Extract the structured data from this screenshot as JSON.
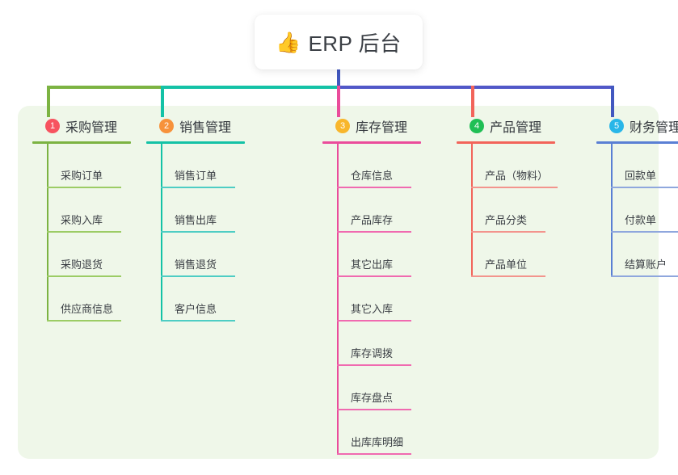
{
  "root": {
    "icon": "thumbs-up-icon",
    "icon_glyph": "👍",
    "title": "ERP 后台"
  },
  "colors": {
    "page_bg": "#ffffff",
    "panel_bg": "#eff7e9",
    "text": "#33373d",
    "trunk": "#4258c0",
    "col1": "#7cb342",
    "col2": "#14c2a6",
    "col3": "#ea4c9b",
    "col4": "#f2645a",
    "col5": "#5a7fd4",
    "badge1": "#f7535f",
    "badge2": "#f7923b",
    "badge3": "#f8b62c",
    "badge4": "#20bf55",
    "badge5": "#29b6e8",
    "rule1": "#7cb342",
    "rule2": "#14c2a6",
    "rule3": "#ea4c9b",
    "rule4": "#f2645a",
    "rule5": "#5a7fd4",
    "item_rule1": "#9ccc65",
    "item_rule2": "#4ecdc4",
    "item_rule3": "#f06ab0",
    "item_rule4": "#f3948d",
    "item_rule5": "#8fa7dd"
  },
  "columns": [
    {
      "number": "1",
      "title": "采购管理",
      "items": [
        {
          "label": "采购订单"
        },
        {
          "label": "采购入库"
        },
        {
          "label": "采购退货"
        },
        {
          "label": "供应商信息"
        }
      ]
    },
    {
      "number": "2",
      "title": "销售管理",
      "items": [
        {
          "label": "销售订单"
        },
        {
          "label": "销售出库"
        },
        {
          "label": "销售退货"
        },
        {
          "label": "客户信息"
        }
      ]
    },
    {
      "number": "3",
      "title": "库存管理",
      "items": [
        {
          "label": "仓库信息"
        },
        {
          "label": "产品库存"
        },
        {
          "label": "其它出库"
        },
        {
          "label": "其它入库"
        },
        {
          "label": "库存调拨"
        },
        {
          "label": "库存盘点"
        },
        {
          "label": "出库库明细"
        }
      ]
    },
    {
      "number": "4",
      "title": "产品管理",
      "items": [
        {
          "label": "产品（物料）",
          "wide": true
        },
        {
          "label": "产品分类"
        },
        {
          "label": "产品单位"
        }
      ]
    },
    {
      "number": "5",
      "title": "财务管理",
      "items": [
        {
          "label": "回款单"
        },
        {
          "label": "付款单"
        },
        {
          "label": "结算账户"
        }
      ]
    }
  ]
}
